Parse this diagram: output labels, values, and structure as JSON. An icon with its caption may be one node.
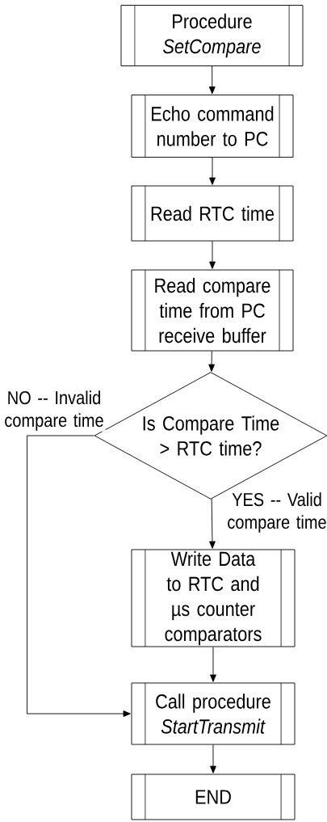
{
  "diagram": {
    "nodes": [
      {
        "text": [
          "Procedure *SetCompare*"
        ]
      },
      {
        "text": [
          "Echo command number to PC"
        ]
      },
      {
        "text": [
          "Read RTC time"
        ]
      },
      {
        "text": [
          "Read compare time from PC receive buffer"
        ]
      },
      {
        "text": [
          "Is Compare Time > RTC time?"
        ]
      },
      {
        "text": [
          "Write Data to RTC and µs counter comparators"
        ]
      },
      {
        "text": [
          "Call procedure *StartTransmit*"
        ]
      },
      {
        "text": [
          "END"
        ]
      }
    ],
    "edges": [
      {
        "from": 0,
        "to": 1,
        "arrow": "to"
      },
      {
        "from": 1,
        "to": 2,
        "arrow": "to"
      },
      {
        "from": 2,
        "to": 3,
        "arrow": "to"
      },
      {
        "from": 3,
        "to": 4,
        "arrow": "to"
      },
      {
        "from": 4,
        "to": 5,
        "arrow": "to",
        "label": "YES -- Valid compare time"
      },
      {
        "from": 4,
        "to": 6,
        "arrow": "to",
        "label": "NO -- Invalid compare time"
      },
      {
        "from": 5,
        "to": 6,
        "arrow": "to"
      },
      {
        "from": 6,
        "to": 7,
        "arrow": "to"
      }
    ]
  }
}
